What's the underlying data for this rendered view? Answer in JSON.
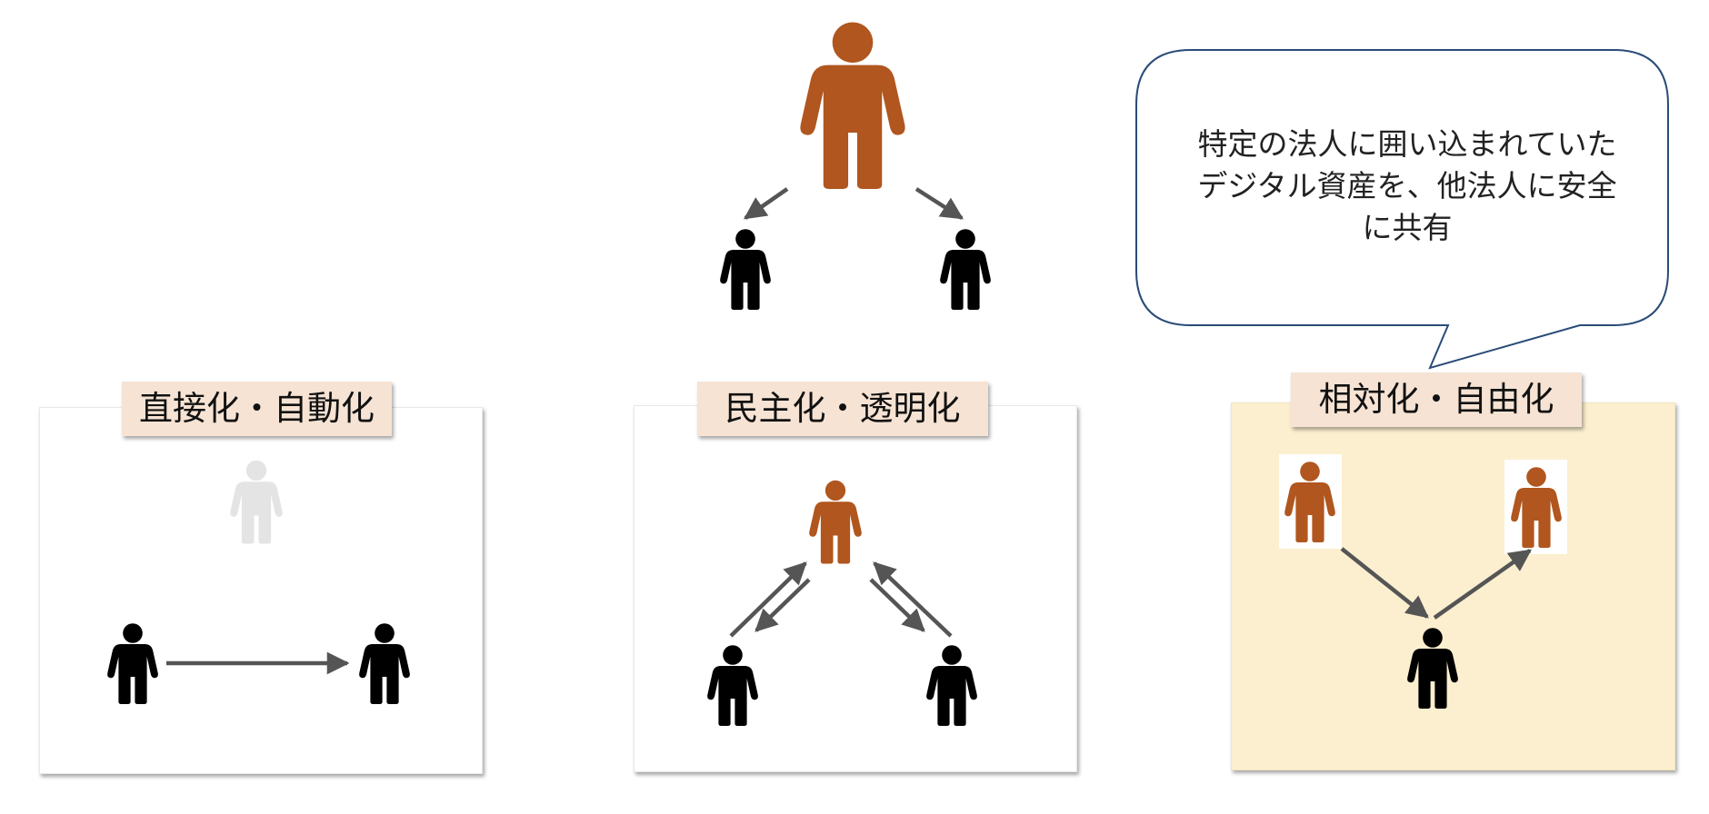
{
  "panels": [
    {
      "label": "直接化・自動化"
    },
    {
      "label": "民主化・透明化"
    },
    {
      "label": "相対化・自由化"
    }
  ],
  "callout": {
    "lines": [
      "特定の法人に囲い込まれていた",
      "デジタル資産を、他法人に安全",
      "に共有"
    ]
  },
  "colors": {
    "central_person": "#b0561e",
    "person": "#000000",
    "faded_person": "#e4e4e4",
    "arrow": "#555555",
    "label_bg": "#f6e3d3",
    "highlight_panel_bg": "#fcefd0",
    "callout_border": "#2a4c78"
  },
  "icons": {
    "person": "person-icon",
    "arrow": "arrow-icon"
  }
}
